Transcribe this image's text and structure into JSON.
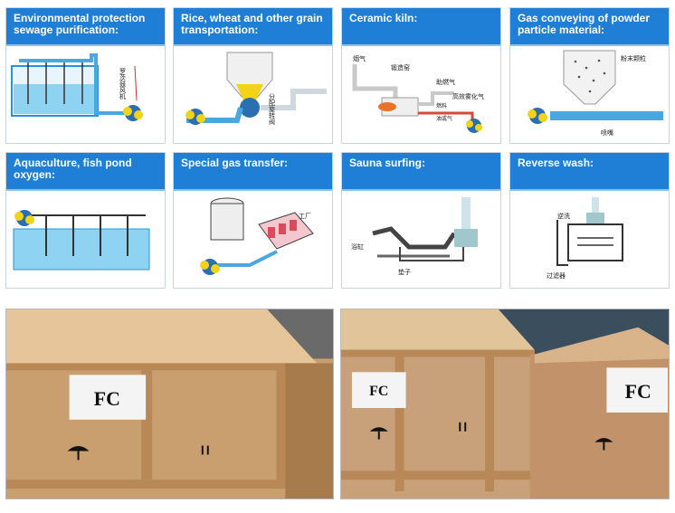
{
  "cards": [
    {
      "title": "Environmental protection sewage purification:",
      "labels": [
        "罗茨鼓风机"
      ]
    },
    {
      "title": "Rice, wheat and other grain transportation:",
      "labels": [
        "分配旋转阀"
      ]
    },
    {
      "title": "Ceramic kiln:",
      "labels": [
        "烟气",
        "锻造窑",
        "助燃气",
        "高效雾化气",
        "燃料",
        "油或气"
      ]
    },
    {
      "title": "Gas conveying of powder particle material:",
      "labels": [
        "粉末颗粒",
        "喷嘴"
      ]
    },
    {
      "title": "Aquaculture, fish pond oxygen:",
      "labels": []
    },
    {
      "title": "Special gas transfer:",
      "labels": [
        "工厂"
      ]
    },
    {
      "title": "Sauna surfing:",
      "labels": [
        "浴缸",
        "垫子"
      ]
    },
    {
      "title": "Reverse wash:",
      "labels": [
        "逆洗",
        "过滤器"
      ]
    }
  ],
  "photos": [
    {
      "crate_label": "FC"
    },
    {
      "crate_label_left": "FC",
      "crate_label_right": "FC"
    }
  ],
  "colors": {
    "header_blue": "#1f7fd6",
    "pipe_blue": "#4aa8e0",
    "pump_yellow": "#f3d21a",
    "wood": "#d8a877"
  }
}
